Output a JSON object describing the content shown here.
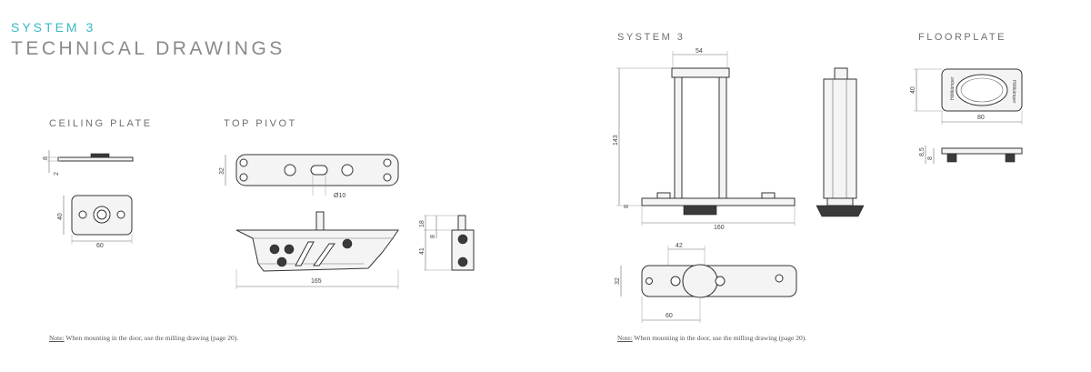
{
  "left": {
    "header_line1": "SYSTEM 3",
    "header_line2": "TECHNICAL DRAWINGS",
    "ceiling_plate": {
      "title": "CEILING PLATE",
      "dims": {
        "thickness_top": "8",
        "thickness_bottom": "2",
        "height": "40",
        "width": "60"
      }
    },
    "top_pivot": {
      "title": "TOP PIVOT",
      "dims": {
        "height": "32",
        "pin": "Ø10",
        "length": "165",
        "pin_height": "18",
        "pin_depth": "8",
        "body_height": "41"
      }
    },
    "note_label": "Note:",
    "note_text": " When mounting in the door, use the milling drawing (page 20)."
  },
  "right": {
    "system_title": "SYSTEM 3",
    "floorplate_title": "FLOORPLATE",
    "system": {
      "dims": {
        "top_width": "54",
        "height": "143",
        "base_gap": "8",
        "base_width": "160",
        "plan_width": "42",
        "plan_height": "32",
        "plan_offset": "60"
      }
    },
    "floorplate": {
      "dims": {
        "height": "40",
        "width": "80",
        "side_a": "8,5",
        "side_b": "8"
      },
      "label": "Höltkämper"
    },
    "note_label": "Note:",
    "note_text": " When mounting in the door, use the milling drawing (page 20)."
  }
}
